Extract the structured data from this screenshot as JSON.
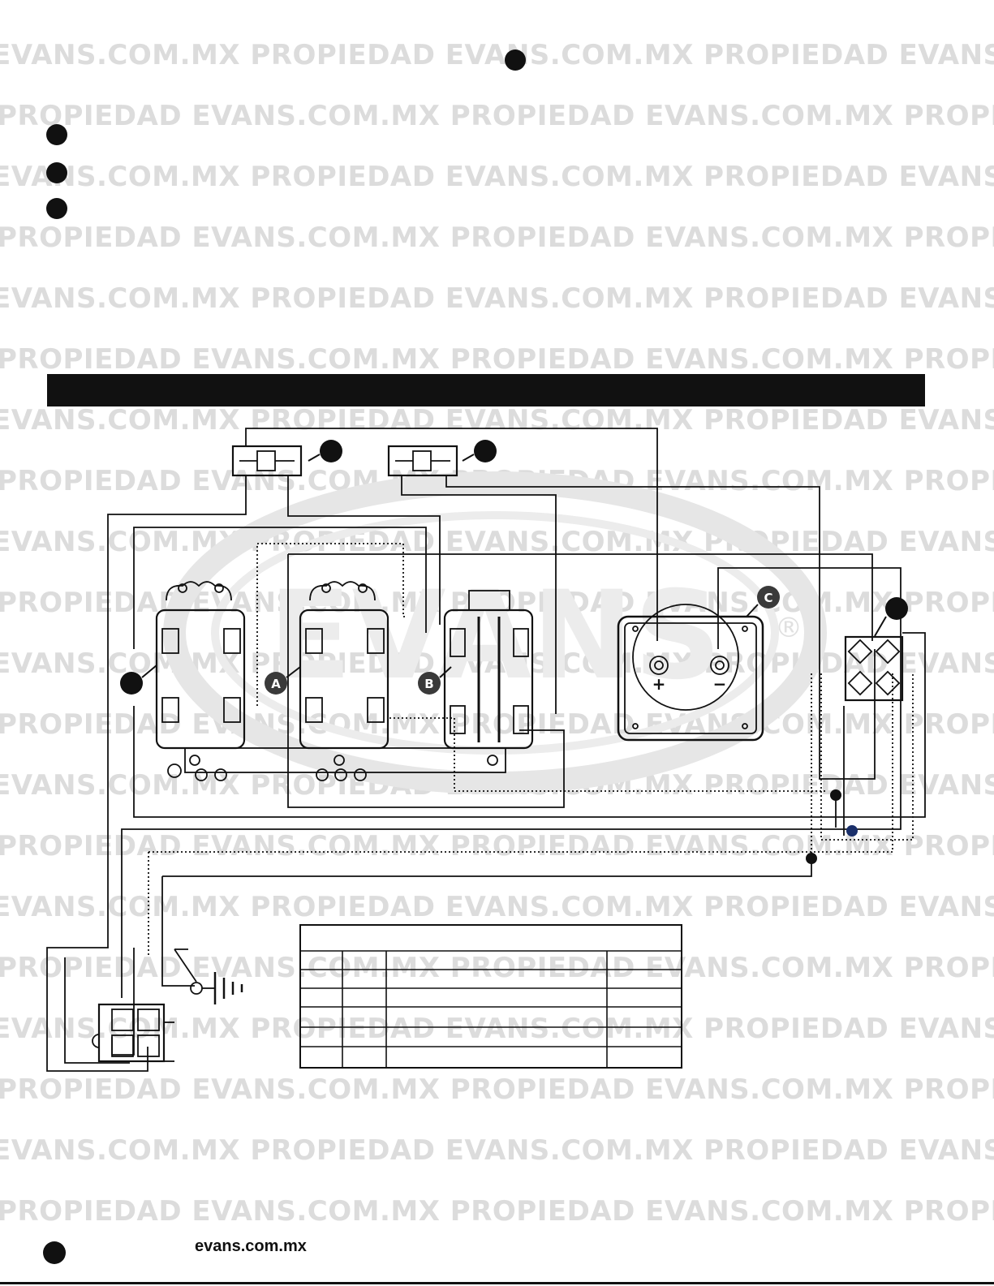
{
  "watermark": {
    "row_a": "EVANS.COM.MX  PROPIEDAD EVANS.COM.MX  PROPIEDAD EVANS.COM.MX  PROPIEDAD EVANS.COM.MX",
    "row_b": "PROPIEDAD EVANS.COM.MX  PROPIEDAD EVANS.COM.MX  PROPIEDAD EVANS.COM.MX  PROPIEDAD EVANS.COM.MX",
    "logo_text": "EVANS",
    "registered": "®"
  },
  "diagram": {
    "labels": {
      "a": "A",
      "b": "B",
      "c": "C",
      "plus": "+",
      "minus": "−"
    }
  },
  "footer": {
    "url": "evans.com.mx"
  }
}
